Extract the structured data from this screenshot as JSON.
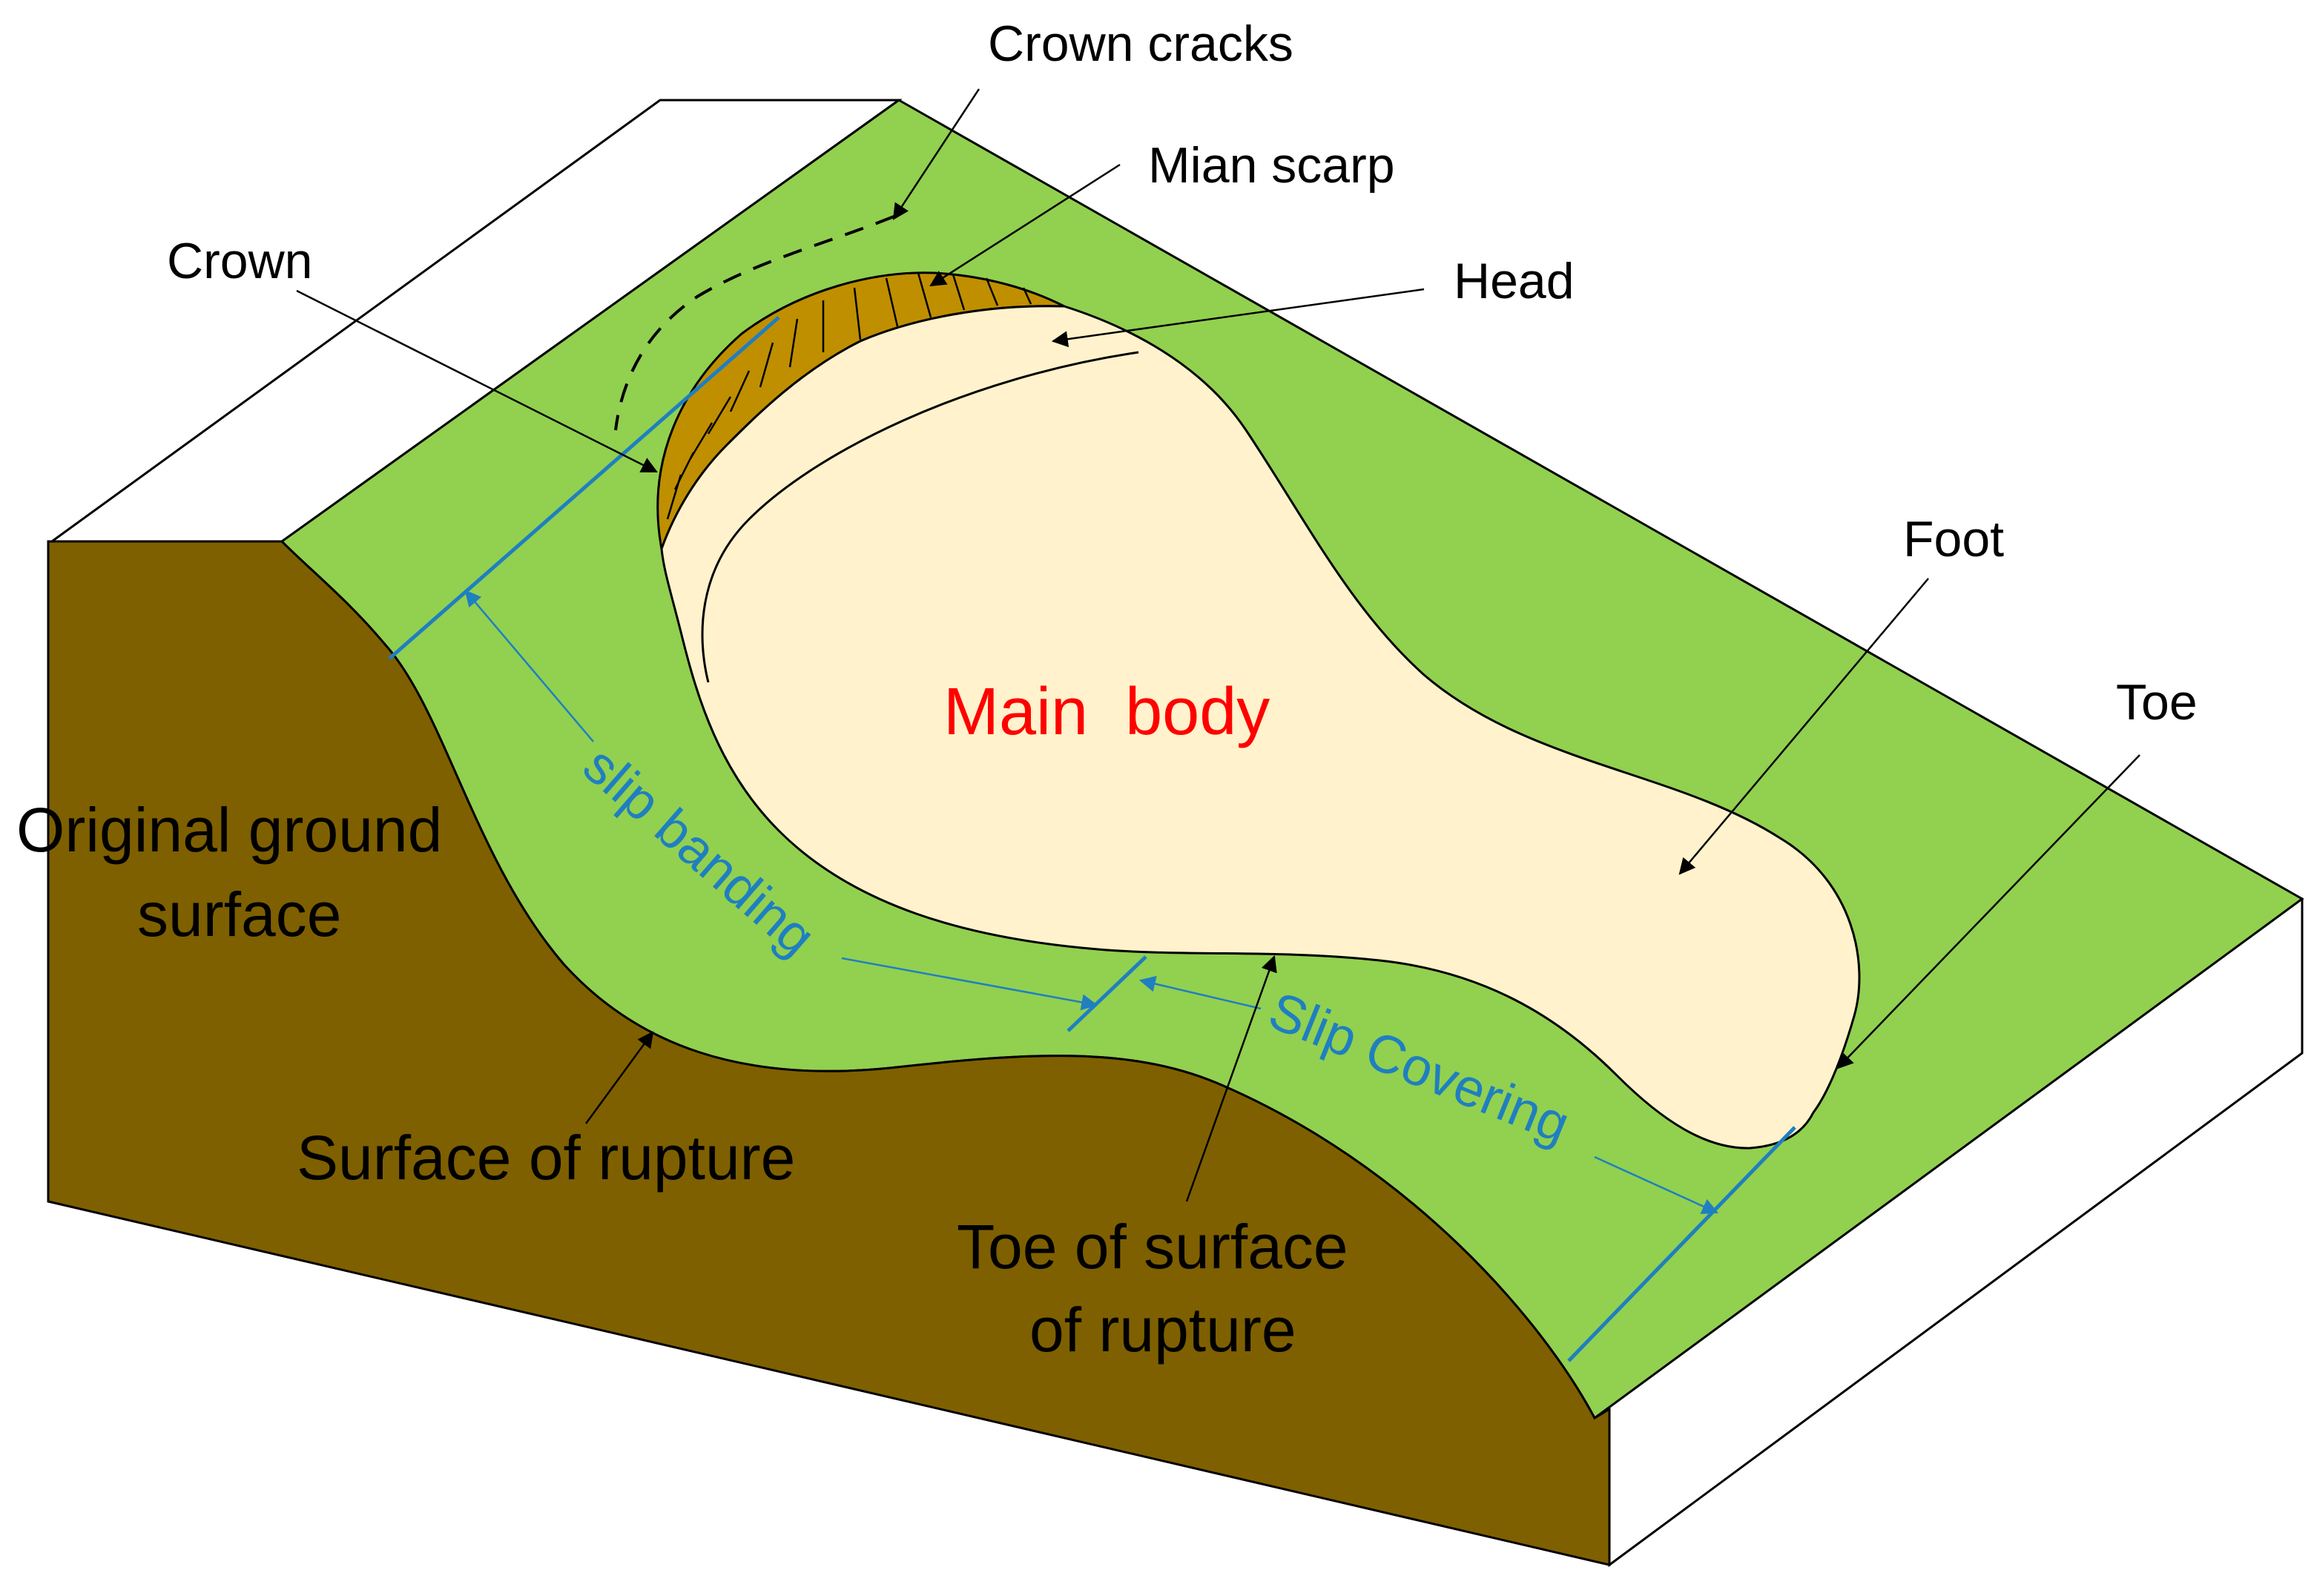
{
  "labels": {
    "crown_cracks": "Crown cracks",
    "main_scarp": "Mian scarp",
    "crown": "Crown",
    "head": "Head",
    "foot": "Foot",
    "toe": "Toe",
    "main_body": "Main  body",
    "original_ground_line1": "Original ground",
    "original_ground_line2": "surface",
    "slip_banding": "slip banding",
    "slip_covering": "Slip Covering",
    "surface_of_rupture": "Surface of rupture",
    "toe_of_surface_line1": "Toe of surface",
    "toe_of_surface_line2": "of rupture"
  },
  "colors": {
    "ground_green": "#92D050",
    "earth_brown": "#7F6000",
    "scarp_ochre": "#BF8F00",
    "body_cream": "#FFF2CC",
    "annotation_blue": "#1F7FC0",
    "main_body_red": "#FF0000"
  }
}
